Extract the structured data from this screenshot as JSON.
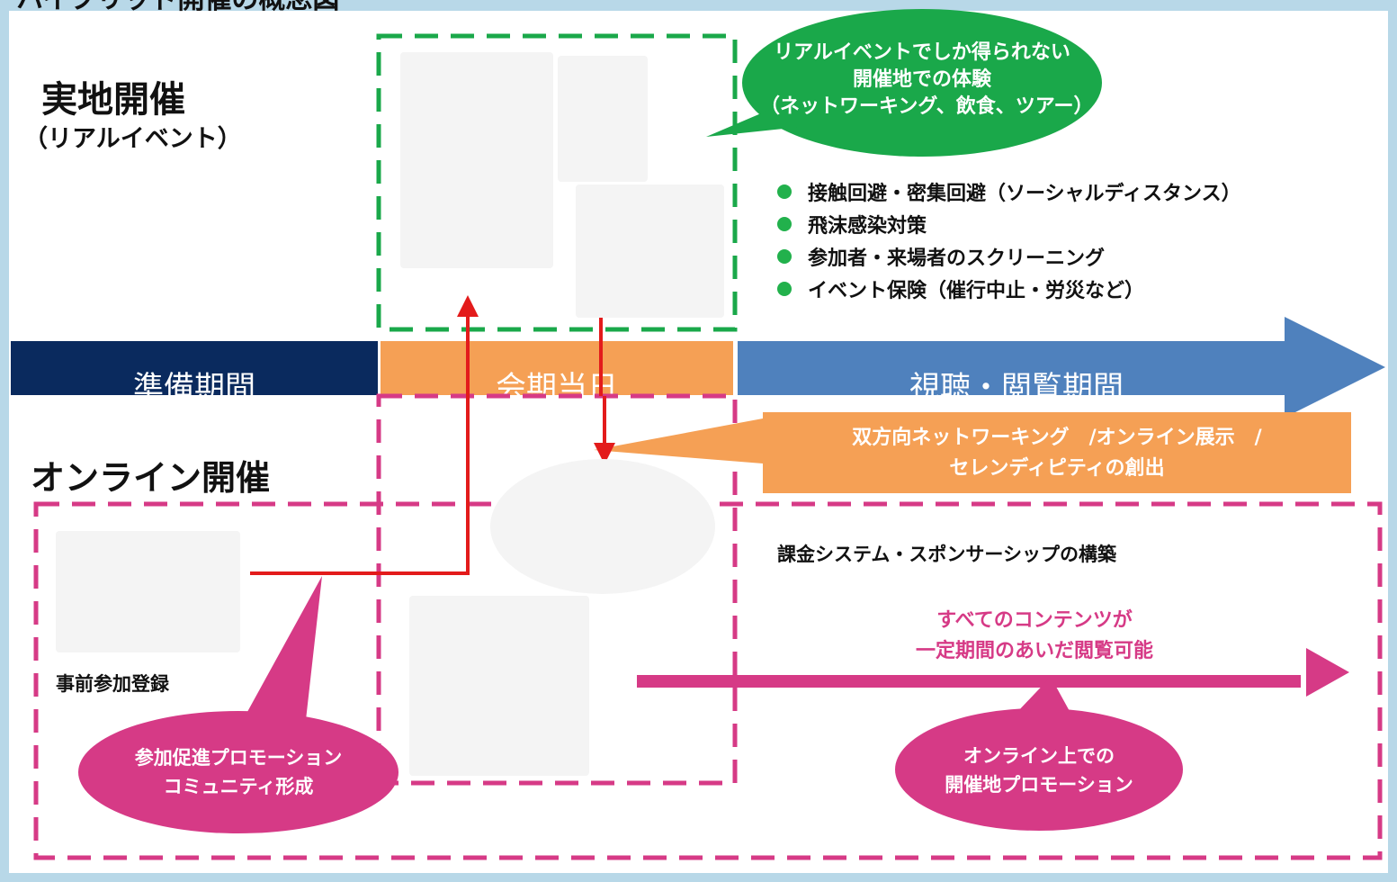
{
  "header": {
    "title": "ハイブリッド開催の概念図"
  },
  "real": {
    "title": "実地開催",
    "subtitle": "（リアルイベント）"
  },
  "online": {
    "title": "オンライン開催"
  },
  "timeline": {
    "prep": "準備期間",
    "day": "会期当日",
    "viewing": "視聴・閲覧期間"
  },
  "green_bubble": {
    "line1": "リアルイベントでしか得られない",
    "line2": "開催地での体験",
    "line3": "（ネットワーキング、飲食、ツアー）"
  },
  "measures": [
    "接触回避・密集回避（ソーシャルディスタンス）",
    "飛沫感染対策",
    "参加者・来場者のスクリーニング",
    "イベント保険（催行中止・労災など）"
  ],
  "orange_box": {
    "line1": "双方向ネットワーキング　/オンライン展示　/",
    "line2": "セレンディピティの創出"
  },
  "billing": "課金システム・スポンサーシップの構築",
  "contents": {
    "line1": "すべてのコンテンツが",
    "line2": "一定期間のあいだ閲覧可能"
  },
  "pre_registration": "事前参加登録",
  "promo_bubble": {
    "line1": "参加促進プロモーション",
    "line2": "コミュニティ形成"
  },
  "local_bubble": {
    "line1": "オンライン上での",
    "line2": "開催地プロモーション"
  },
  "colors": {
    "navy": "#0a2a5e",
    "orange": "#f5a055",
    "blue": "#4f81bd",
    "green": "#1aa84a",
    "magenta": "#d63a86",
    "red": "#e31b1b",
    "frame": "#b8d8e8"
  },
  "icons": [
    "podium-speaker-figure",
    "handshake-figures",
    "meeting-table-figures",
    "globe-network-devices",
    "laptop-tablet-devices",
    "desk-laptop-figure"
  ]
}
